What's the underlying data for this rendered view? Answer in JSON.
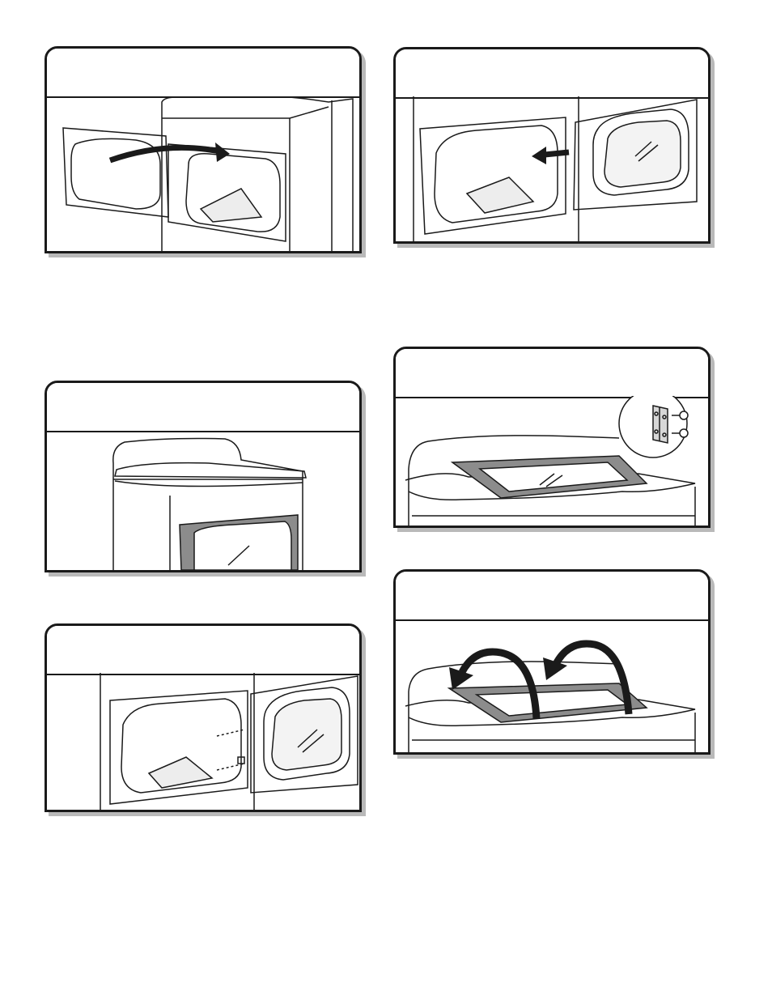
{
  "page": {
    "background": "#ffffff"
  },
  "colors": {
    "outline": "#1a1a1a",
    "shadow": "#b9b9b9",
    "window_gray": "#8c8c8c",
    "glass_gray": "#b5b5b5"
  },
  "panels": [
    {
      "id": "panel-1",
      "depicts": "reversible-door-swing",
      "icons": [
        "curved-arrow-icon"
      ]
    },
    {
      "id": "panel-2",
      "depicts": "lift-door-off-hinges",
      "icons": [
        "straight-arrow-icon"
      ]
    },
    {
      "id": "panel-3",
      "depicts": "dryer-front-with-door-window",
      "icons": []
    },
    {
      "id": "panel-4",
      "depicts": "door-face-down-hinge-detail",
      "icons": [
        "hinge-icon",
        "screw-icon"
      ]
    },
    {
      "id": "panel-5",
      "depicts": "flip-door-over",
      "icons": [
        "curved-arrow-icon",
        "curved-arrow-icon"
      ]
    },
    {
      "id": "panel-6",
      "depicts": "door-hinge-screw-alignment",
      "icons": []
    }
  ]
}
